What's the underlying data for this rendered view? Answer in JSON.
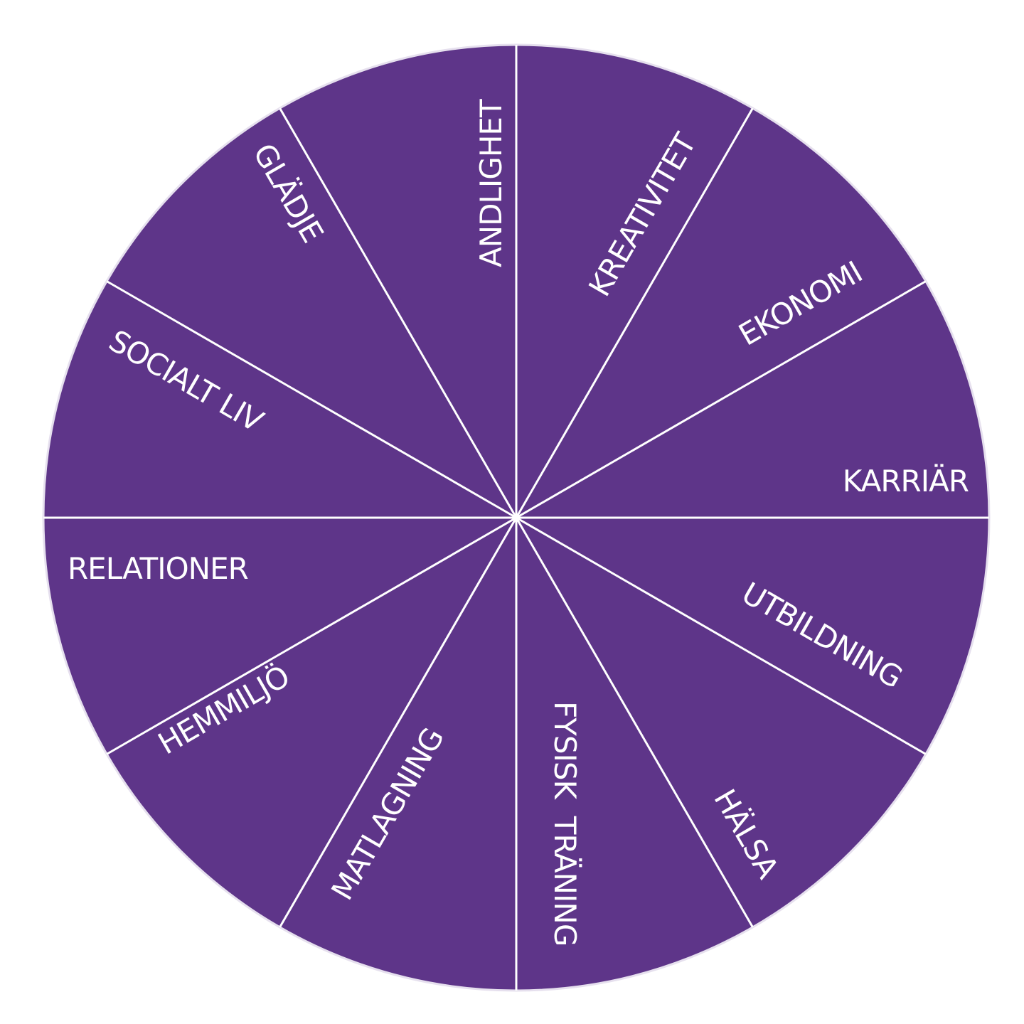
{
  "wheel": {
    "fill_color": "#5e3589",
    "line_color": "#ffffff",
    "rim_color": "#e6e0ee",
    "segments": [
      {
        "label": "ANDLIGHET"
      },
      {
        "label": "KREATIVITET"
      },
      {
        "label": "EKONOMI"
      },
      {
        "label": "KARRIÄR"
      },
      {
        "label": "UTBILDNING"
      },
      {
        "label": "HÄLSA"
      },
      {
        "label": "FYSISK  TRÄNING"
      },
      {
        "label": "MATLAGNING"
      },
      {
        "label": "HEMMILJÖ"
      },
      {
        "label": "RELATIONER"
      },
      {
        "label": "SOCIALT LIV"
      },
      {
        "label": "GLÄDJE"
      }
    ]
  }
}
